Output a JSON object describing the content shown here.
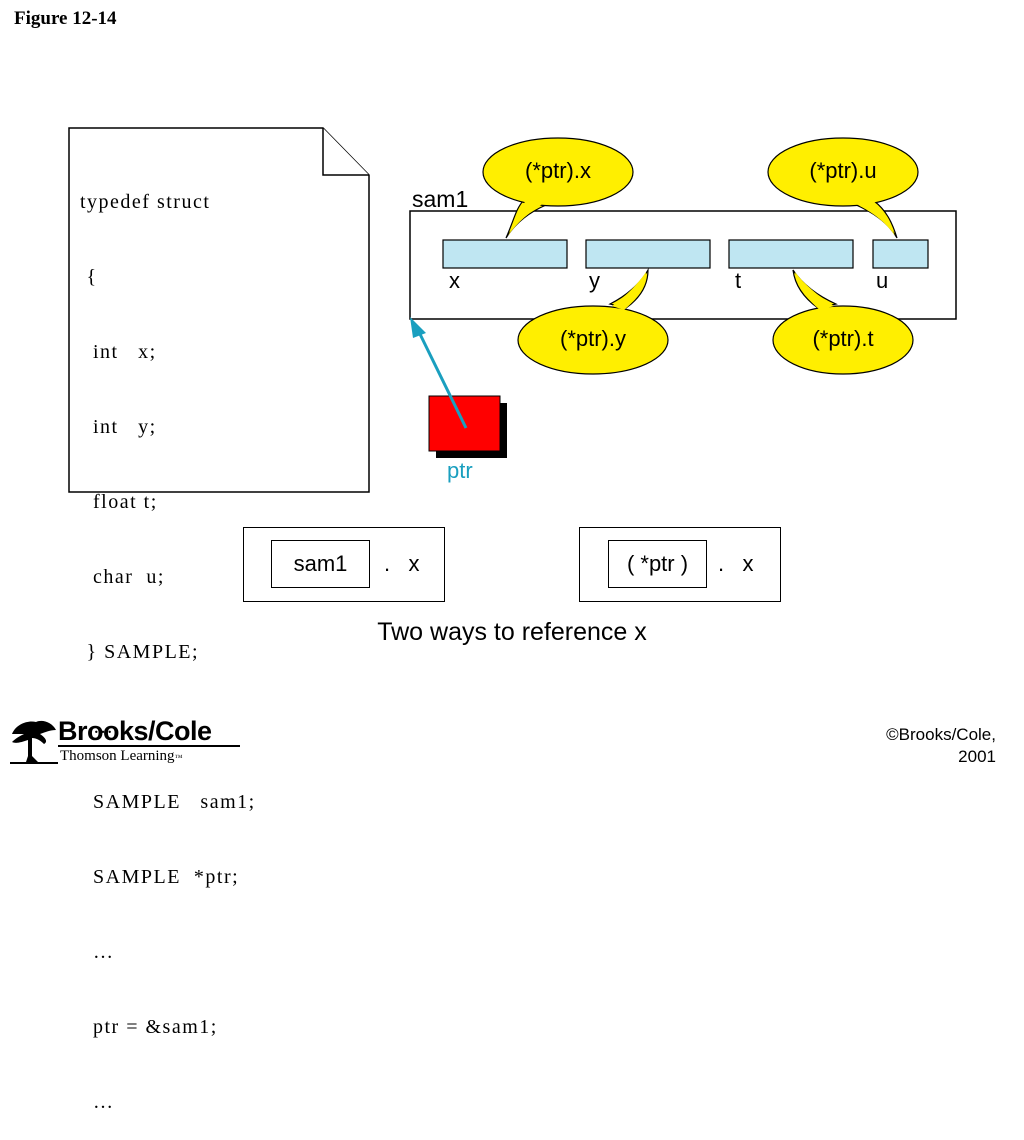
{
  "figure_label": "Figure 12-14",
  "code_lines": [
    "typedef struct",
    " {",
    "  int   x;",
    "  int   y;",
    "  float t;",
    "  char  u;",
    " } SAMPLE;",
    "  …",
    "  SAMPLE   sam1;",
    "  SAMPLE  *ptr;",
    "  …",
    "  ptr = &sam1;",
    "  …"
  ],
  "struct_label": "sam1",
  "fields": [
    "x",
    "y",
    "t",
    "u"
  ],
  "callouts": {
    "x": "(*ptr).x",
    "y": "(*ptr).y",
    "t": "(*ptr).t",
    "u": "(*ptr).u"
  },
  "pointer_label": "ptr",
  "ref1": {
    "inner": "sam1",
    "tail": ".   x"
  },
  "ref2": {
    "inner": "( *ptr )",
    "tail": ".   x"
  },
  "caption": "Two ways to reference x",
  "brand": {
    "title": "Brooks/Cole",
    "subtitle": "Thomson Learning",
    "trademark": "™"
  },
  "copyright": {
    "line1": "©Brooks/Cole,",
    "line2": "2001"
  },
  "colors": {
    "field_fill": "#bfe6f2",
    "callout_fill": "#ffef00",
    "pointer_fill": "#ff0000",
    "pointer_text": "#1a9fbf",
    "arrow": "#1a9fbf"
  }
}
